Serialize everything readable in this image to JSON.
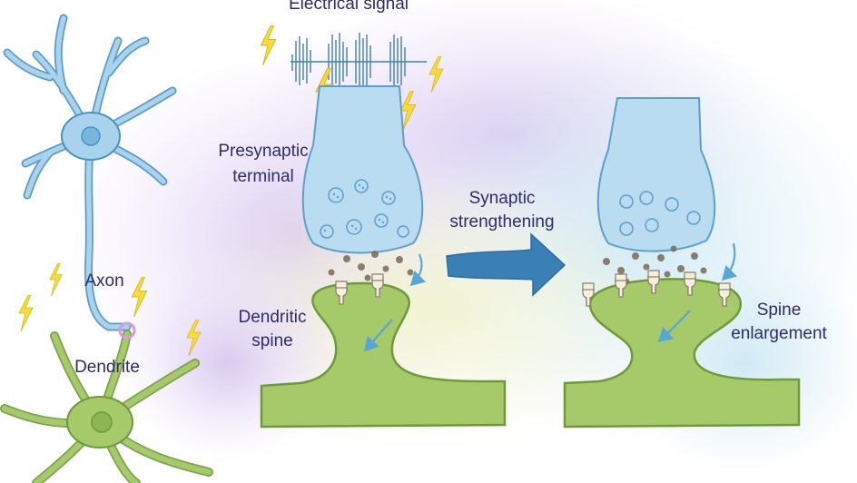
{
  "labels": {
    "electrical_signal": "Electrical signal",
    "presynaptic_line1": "Presynaptic",
    "presynaptic_line2": "terminal",
    "synaptic_line1": "Synaptic",
    "synaptic_line2": "strengthening",
    "axon": "Axon",
    "dendritic_line1": "Dendritic",
    "dendritic_line2": "spine",
    "dendrite": "Dendrite",
    "spine_line1": "Spine",
    "spine_line2": "enlargement"
  },
  "colors": {
    "neuron_blue": "#a9d3ec",
    "neuron_blue_stroke": "#4a92c2",
    "neuron_green": "#a6c96a",
    "neuron_green_stroke": "#6f9a3a",
    "terminal_blue": "#b9dcf0",
    "arrow_blue": "#3a7fb5",
    "lightning": "#f5dc3a",
    "text": "#2e2b6b",
    "wash_purple": "#e3d7f2",
    "wash_cyan": "#d7ecf5",
    "wash_yellow": "#f3f4d8",
    "vesicle_dark": "#7a6a58",
    "synapse_highlight": "#d99ad9"
  },
  "icons": {
    "signal": "lightning-bolt-icon",
    "direction": "big-right-arrow-icon",
    "flow": "small-curved-arrow-icon"
  }
}
